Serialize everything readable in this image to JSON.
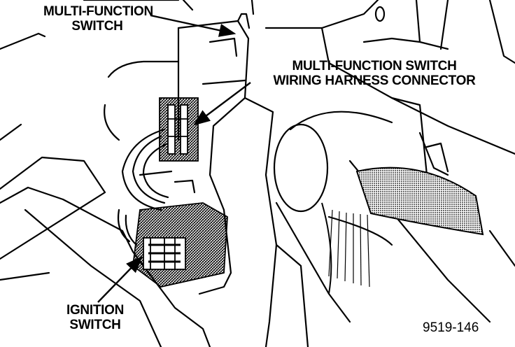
{
  "labels": {
    "multi_function_switch": [
      "MULTI-FUNCTION",
      "SWITCH"
    ],
    "wiring_harness_connector": [
      "MULTI-FUNCTION SWITCH",
      "WIRING HARNESS CONNECTOR"
    ],
    "ignition_switch": [
      "IGNITION",
      "SWITCH"
    ]
  },
  "figure_id": "9519-146",
  "colors": {
    "ink": "#000000",
    "paper": "#ffffff"
  }
}
